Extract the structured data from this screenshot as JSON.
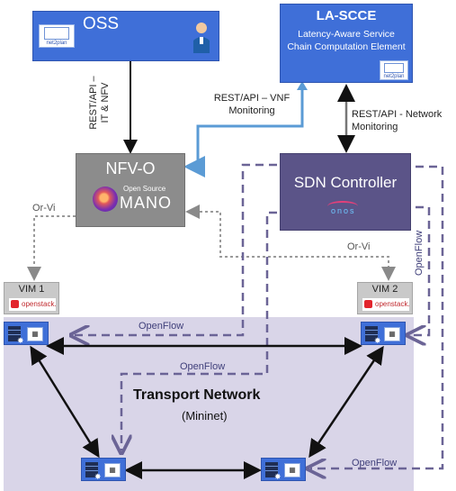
{
  "nodes": {
    "oss": {
      "title": "OSS",
      "logo_text": "net2plan"
    },
    "lascce": {
      "title": "LA-SCCE",
      "subtitle": "Latency-Aware Service Chain Computation Element",
      "logo_text": "net2plan"
    },
    "nfvo": {
      "title": "NFV-O",
      "mano_caption": "Open Source",
      "mano_name": "MANO"
    },
    "sdn": {
      "title": "SDN Controller",
      "logo_text": "onos"
    },
    "vim1": {
      "title": "VIM 1",
      "badge": "openstack."
    },
    "vim2": {
      "title": "VIM 2",
      "badge": "openstack."
    },
    "transport": {
      "title": "Transport Network",
      "subtitle": "(Mininet)"
    }
  },
  "edges": {
    "oss_nfvo": "REST/API – IT & NFV",
    "lascce_nfvo": "REST/API – VNF Monitoring",
    "lascce_sdn": "REST/API - Network Monitoring",
    "orvi_left": "Or-Vi",
    "orvi_right": "Or-Vi",
    "openflow_top": "OpenFlow",
    "openflow_mid": "OpenFlow",
    "openflow_right_vertical": "OpenFlow",
    "openflow_bottom": "OpenFlow"
  },
  "colors": {
    "blue_box": "#3f6fd8",
    "nfvo_gray": "#8c8c8c",
    "sdn_purple": "#5b5488",
    "transport_bg": "#d9d5e8",
    "openflow_dash": "#6b6496",
    "orvi_dash": "#a0a0a0",
    "rest_arrow_blue": "#5b9bd5"
  }
}
